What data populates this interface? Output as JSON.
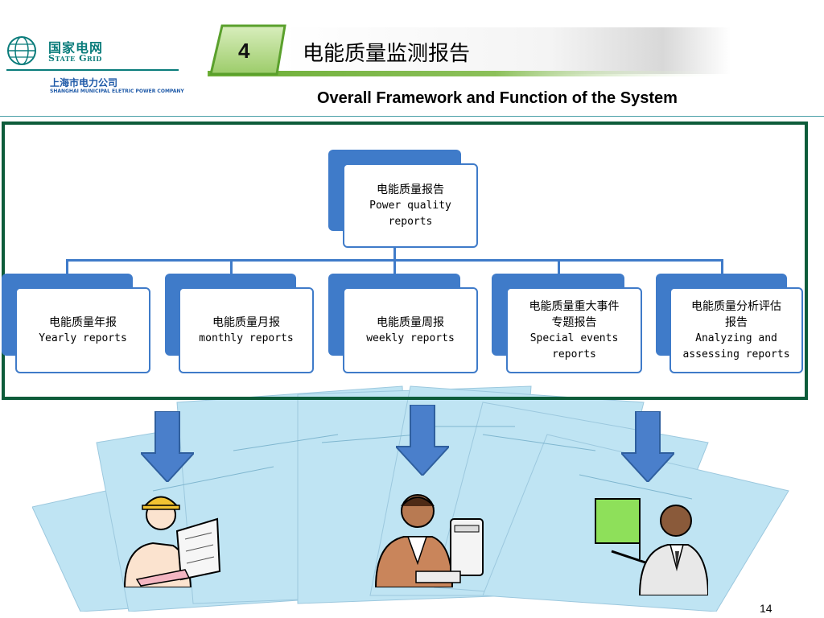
{
  "header": {
    "logo_cn": "国家电网",
    "logo_en": "State Grid",
    "company_cn": "上海市电力公司",
    "company_en": "SHANGHAI MUNICIPAL ELETRIC POWER COMPANY",
    "section_number": "4",
    "title": "电能质量监测报告",
    "subtitle": "Overall Framework and Function of the System"
  },
  "diagram": {
    "root": {
      "cn": "电能质量报告",
      "en_line1": "Power quality",
      "en_line2": "reports"
    },
    "children": [
      {
        "cn": "电能质量年报",
        "cn_line2": "",
        "en_line1": "Yearly reports",
        "en_line2": ""
      },
      {
        "cn": "电能质量月报",
        "cn_line2": "",
        "en_line1": "monthly reports",
        "en_line2": ""
      },
      {
        "cn": "电能质量周报",
        "cn_line2": "",
        "en_line1": "weekly reports",
        "en_line2": ""
      },
      {
        "cn": "电能质量重大事件",
        "cn_line2": "专题报告",
        "en_line1": "Special events",
        "en_line2": "reports"
      },
      {
        "cn": "电能质量分析评估",
        "cn_line2": "报告",
        "en_line1": "Analyzing and",
        "en_line2": "assessing reports"
      }
    ]
  },
  "colors": {
    "box_blue": "#3f7bc9",
    "frame_green": "#0d5c3a",
    "title_green": "#5aa02c",
    "paper_blue": "#bfe4f3",
    "arrow_blue": "#4a7fcb"
  },
  "footer": {
    "page_number": "14"
  }
}
